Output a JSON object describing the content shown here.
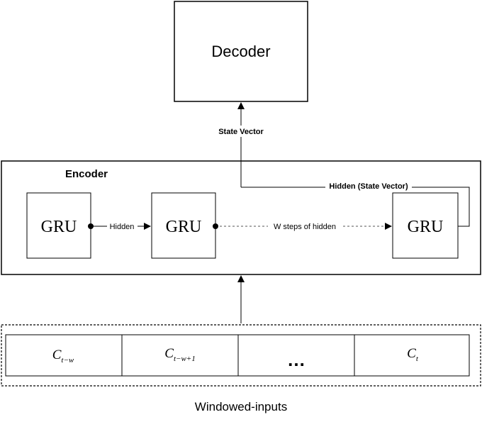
{
  "decoder": {
    "label": "Decoder"
  },
  "state_vector": {
    "label": "State Vector"
  },
  "encoder": {
    "label": "Encoder",
    "gru_label": "GRU",
    "hidden_label": "Hidden",
    "w_steps_label": "W steps of hidden",
    "hidden_state_label": "Hidden (State Vector)"
  },
  "inputs": {
    "cells": [
      {
        "base": "C",
        "sub": "t−w"
      },
      {
        "base": "C",
        "sub": "t−w+1"
      },
      {
        "base": "…",
        "sub": ""
      },
      {
        "base": "C",
        "sub": "t"
      }
    ],
    "caption": "Windowed-inputs"
  }
}
